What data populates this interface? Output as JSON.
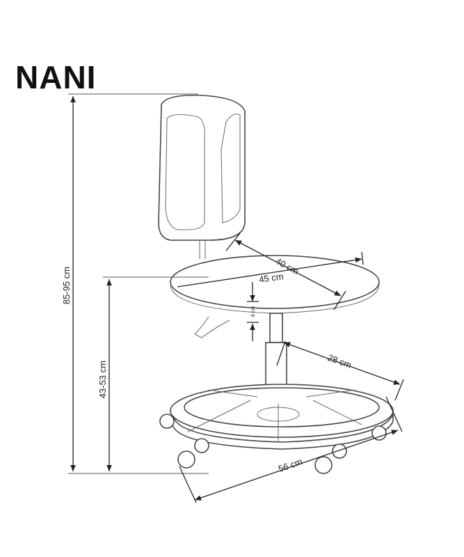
{
  "title": "NANI",
  "dimensions": {
    "total_height": "85-95 cm",
    "seat_height": "43-53 cm",
    "seat_depth": "40 cm",
    "seat_width": "45 cm",
    "seat_thickness": "8 cm",
    "footrest_radius": "28 cm",
    "base_diameter": "56 cm"
  }
}
